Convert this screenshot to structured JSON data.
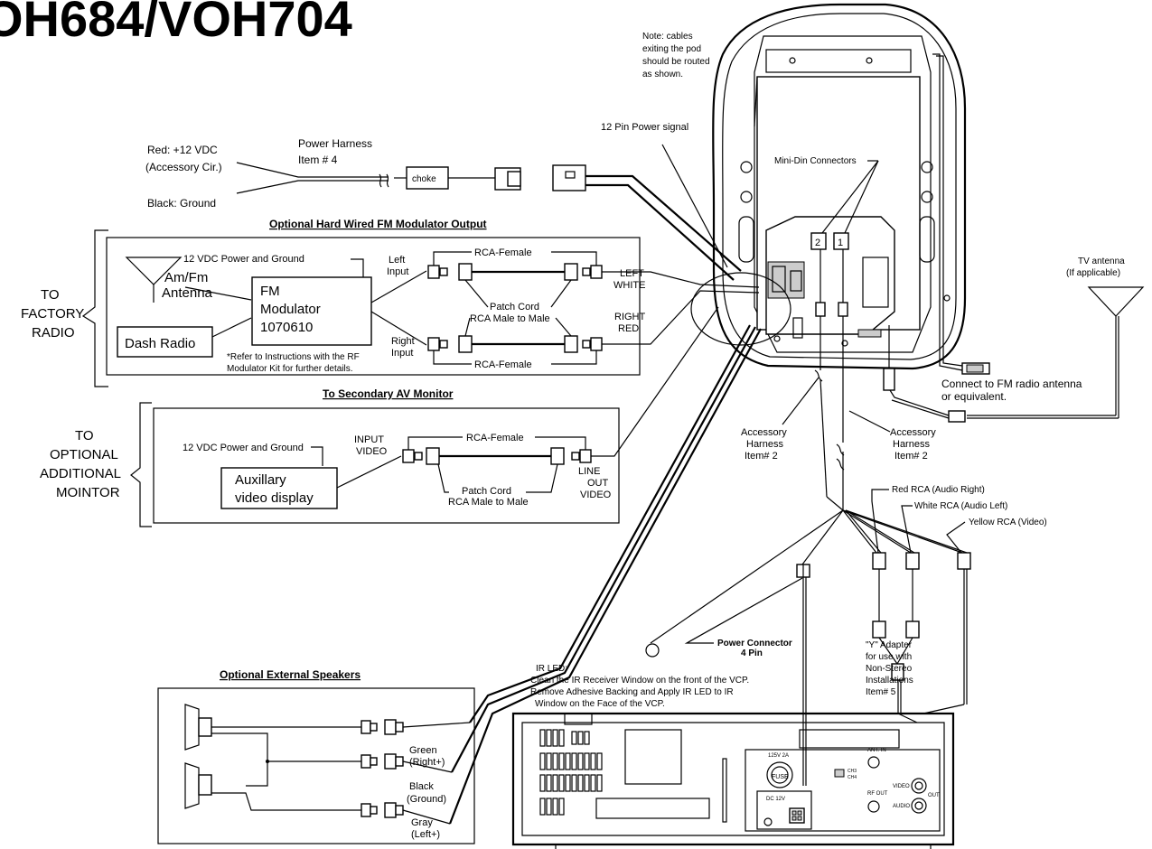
{
  "title": "OH684/VOH704",
  "note": [
    "Note: cables",
    "exiting the pod",
    "should be routed",
    "as shown."
  ],
  "power_signal_label": "12 Pin Power signal",
  "mini_din_label": "Mini-Din Connectors",
  "mini_din_numbers": [
    "2",
    "1"
  ],
  "power_harness": {
    "red": "Red: +12 VDC",
    "accessory": "(Accessory Cir.)",
    "black": "Black: Ground",
    "label": "Power Harness",
    "item": "Item # 4",
    "choke": "choke"
  },
  "fm_section": {
    "heading": "Optional Hard Wired FM Modulator Output",
    "side_label": [
      "TO",
      "FACTORY",
      "RADIO"
    ],
    "power": "12 VDC Power and Ground",
    "antenna": [
      "Am/Fm",
      "Antenna"
    ],
    "modulator": [
      "FM",
      "Modulator",
      "1070610"
    ],
    "dash_radio": "Dash Radio",
    "refer_note": [
      "*Refer to Instructions with the RF",
      "Modulator Kit for further details."
    ],
    "left_input": [
      "Left",
      "Input"
    ],
    "right_input": [
      "Right",
      "Input"
    ],
    "rca_female_top": "RCA-Female",
    "rca_female_bottom": "RCA-Female",
    "patch_cord": [
      "Patch Cord",
      "RCA Male to Male"
    ],
    "left_white": [
      "LEFT",
      "WHITE"
    ],
    "right_red": [
      "RIGHT",
      "RED"
    ]
  },
  "av_section": {
    "heading": "To Secondary AV Monitor",
    "side_label": [
      "TO",
      "OPTIONAL",
      "ADDITIONAL",
      "MOINTOR"
    ],
    "power": "12 VDC Power and Ground",
    "display": [
      "Auxillary",
      "video display"
    ],
    "input_video": [
      "INPUT",
      "VIDEO"
    ],
    "rca_female": "RCA-Female",
    "patch_cord": [
      "Patch Cord",
      "RCA Male to Male"
    ],
    "line_out": [
      "LINE",
      "OUT",
      "VIDEO"
    ]
  },
  "tv_antenna": [
    "TV antenna",
    "(If applicable)"
  ],
  "fm_antenna": [
    "Connect to FM radio antenna",
    "or equivalent."
  ],
  "accessory_left": [
    "Accessory",
    "Harness",
    "Item# 2"
  ],
  "accessory_right": [
    "Accessory",
    "Harness",
    "Item# 2"
  ],
  "rca_labels": [
    "Red RCA (Audio Right)",
    "White RCA (Audio Left)",
    "Yellow RCA (Video)"
  ],
  "power_connector": [
    "Power Connector",
    "4 Pin"
  ],
  "y_adapter": [
    "\"Y\" Adapter",
    "for use with",
    "Non-Stereo",
    "Installations",
    "Item# 5"
  ],
  "ir_led": [
    "IR LED:",
    "Clean the IR Receiver Window on the front of the VCP.",
    "Remove Adhesive Backing and Apply IR LED to IR",
    "Window on the Face of the VCP."
  ],
  "speakers": {
    "heading": "Optional External Speakers",
    "green": [
      "Green",
      "(Right+)"
    ],
    "black": [
      "Black",
      "(Ground)"
    ],
    "gray": [
      "Gray",
      "(Left+)"
    ]
  },
  "vcp_labels": {
    "fuse": "FUSE",
    "fuse_rating": "125V 2A",
    "ant_in": "ANT. IN",
    "rf_out": "RF OUT",
    "ch3": "CH3",
    "ch4": "CH4",
    "video": "VIDEO",
    "audio": "AUDIO",
    "out": "OUT",
    "dc": "DC 12V"
  }
}
